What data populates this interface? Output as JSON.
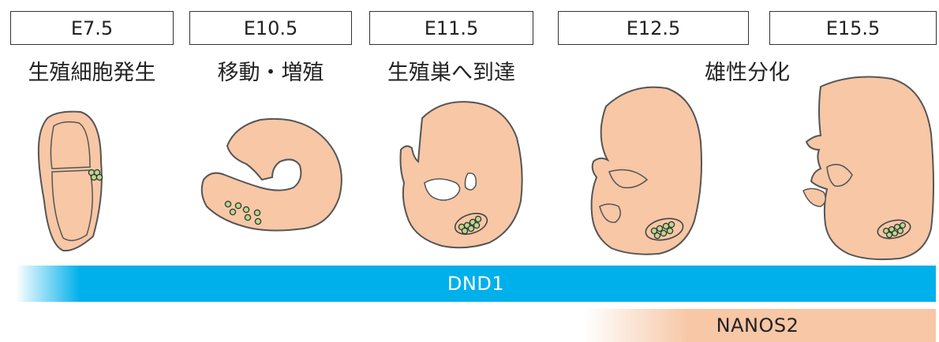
{
  "stages": [
    {
      "label": "E7.5",
      "caption": "生殖細胞発生"
    },
    {
      "label": "E10.5",
      "caption": "移動・増殖"
    },
    {
      "label": "E11.5",
      "caption": "生殖巣へ到達"
    },
    {
      "label": "E12.5",
      "caption": ""
    },
    {
      "label": "E15.5",
      "caption": ""
    }
  ],
  "span_caption": "雄性分化",
  "bars": {
    "dnd1": {
      "label": "DND1",
      "color": "#00b0ea"
    },
    "nanos2": {
      "label": "NANOS2",
      "color": "#f7c7a6"
    }
  },
  "colors": {
    "embryo_fill": "#f7c7a6",
    "outline": "#555555",
    "cell_fill": "#b9d98c"
  }
}
